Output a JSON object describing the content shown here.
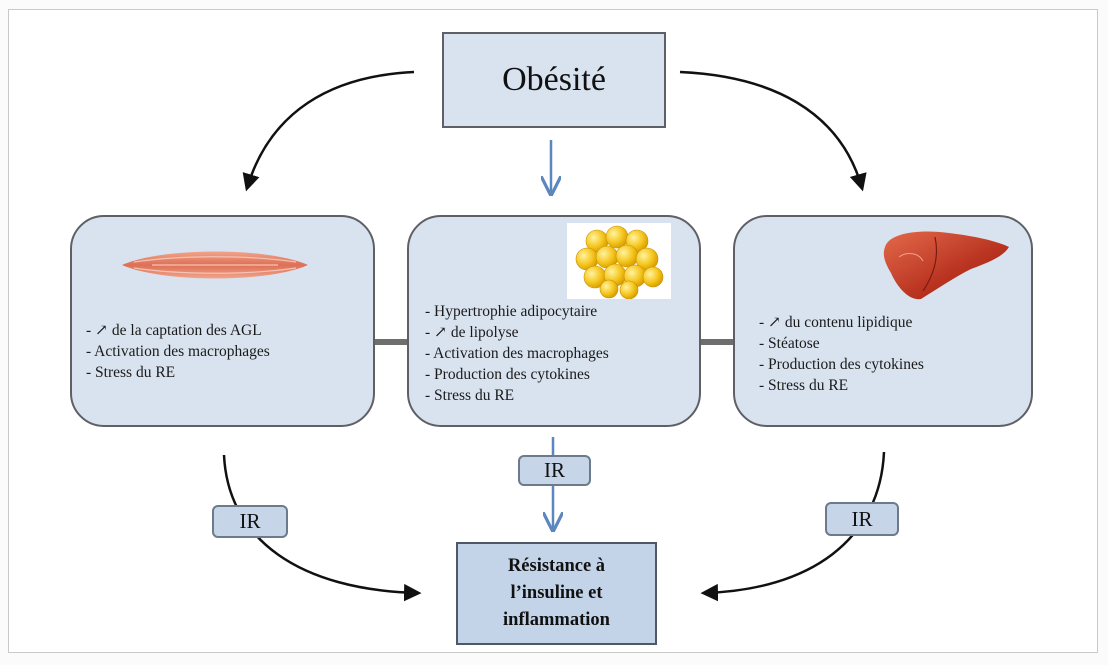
{
  "title": "Obésité",
  "organs": [
    {
      "id": "muscle",
      "icon": "muscle-fiber-icon",
      "items": [
        "- ↗ de la captation des AGL",
        "- Activation des macrophages",
        "- Stress du RE"
      ]
    },
    {
      "id": "adipose",
      "icon": "fat-cells-icon",
      "items": [
        "- Hypertrophie adipocytaire",
        "- ↗ de lipolyse",
        "- Activation des macrophages",
        "- Production des cytokines",
        "- Stress du RE"
      ]
    },
    {
      "id": "liver",
      "icon": "liver-icon",
      "items": [
        "- ↗ du contenu lipidique",
        "- Stéatose",
        "- Production des cytokines",
        "- Stress du RE"
      ]
    }
  ],
  "ir_label": "IR",
  "result": "Résistance à\nl’insuline et\ninflammation",
  "colors": {
    "box_fill": "#d9e3ef",
    "ir_fill": "#c6d5e7",
    "result_fill": "#c3d3e8",
    "blue_arrow": "#5b87be",
    "black_arrow": "#111111",
    "double_arrow": "#6e6e6e"
  }
}
